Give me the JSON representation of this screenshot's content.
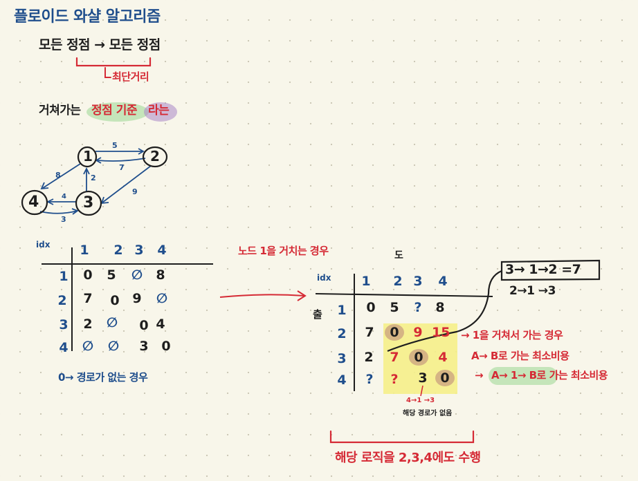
{
  "title": "플로이드 와샬 알고리즘",
  "line1": "모든 정점 → 모든 정점",
  "line1_note": "최단거리",
  "line2_prefix": "거쳐가는",
  "line2_highlight1": "정점 기준",
  "line2_highlight2": "라는",
  "graph": {
    "nodes": [
      "1",
      "2",
      "3",
      "4"
    ],
    "edge_labels": [
      "5",
      "7",
      "8",
      "2",
      "9",
      "4",
      "3"
    ]
  },
  "left_table": {
    "corner": "idx",
    "headers": [
      "1",
      "2",
      "3",
      "4"
    ],
    "rows": [
      {
        "label": "1",
        "cells": [
          "0",
          "5",
          "∅",
          "8"
        ]
      },
      {
        "label": "2",
        "cells": [
          "7",
          "0",
          "9",
          "∅"
        ]
      },
      {
        "label": "3",
        "cells": [
          "2",
          "∅",
          "0",
          "4"
        ]
      },
      {
        "label": "4",
        "cells": [
          "∅",
          "∅",
          "3",
          "0"
        ]
      }
    ],
    "note": "0→ 경로가 없는 경우"
  },
  "right_title": "노드 1을 거치는 경우",
  "right_top_label": "도",
  "right_side_label": "출",
  "right_table": {
    "corner": "idx",
    "headers": [
      "1",
      "2",
      "3",
      "4"
    ],
    "rows": [
      {
        "label": "1",
        "cells": [
          "0",
          "5",
          "?",
          "8"
        ]
      },
      {
        "label": "2",
        "cells": [
          "7",
          "0",
          "9",
          "15"
        ]
      },
      {
        "label": "3",
        "cells": [
          "2",
          "7",
          "0",
          "4"
        ]
      },
      {
        "label": "4",
        "cells": [
          "?",
          "?",
          "3",
          "0"
        ]
      }
    ]
  },
  "box_text": "3→ 1→2 =7",
  "below_box": "2→1 →3",
  "note_a": "→ 1을 거쳐서 가는 경우",
  "note_b": "A→ B로 가는 최소비용",
  "note_c_prefix": "→",
  "note_c_highlight": "A→ 1→ B로 가는 최소비용",
  "small_note1": "4→1 →3",
  "small_note2": "해당 경로가 없음",
  "bottom_note": "해당 로직을 2,3,4에도 수행",
  "colors": {
    "blue": "#1f4e8c",
    "red": "#d52a35",
    "yellow_highlight": "#f5ef8a",
    "green_highlight": "#bfe3b5",
    "purple_highlight": "#a987c6",
    "brown_circle": "#c9a07f"
  }
}
